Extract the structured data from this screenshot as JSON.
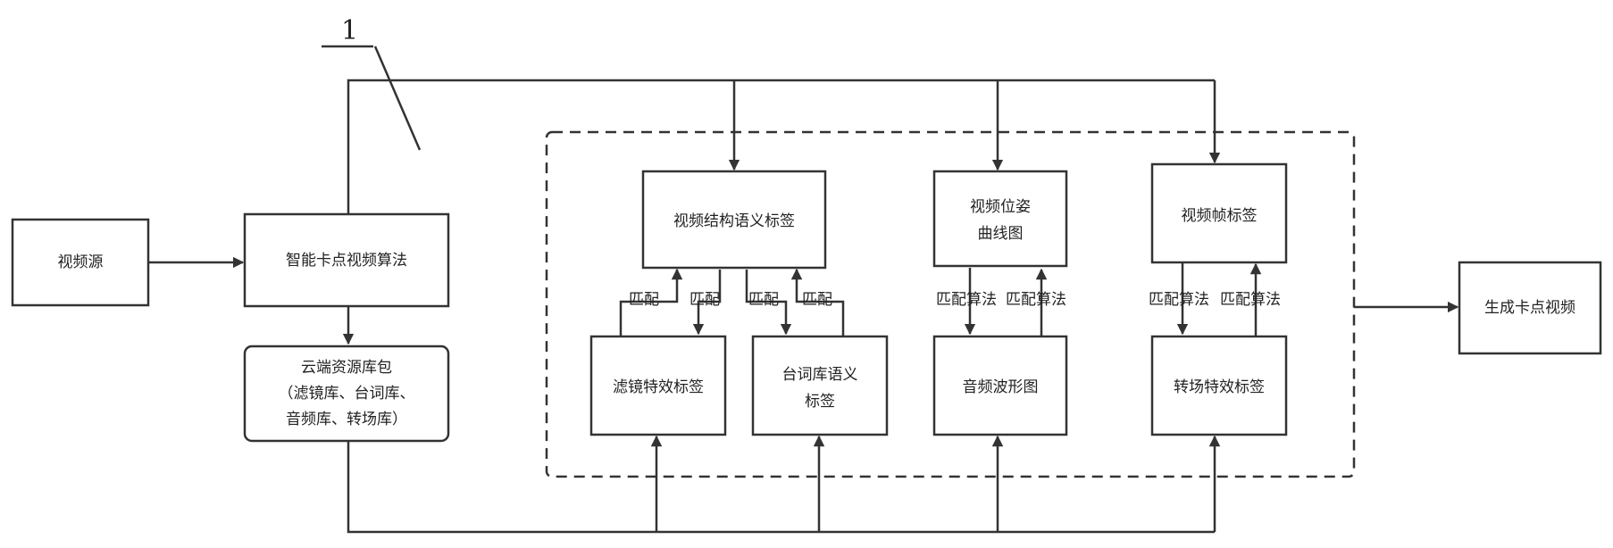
{
  "reference_label": "1",
  "nodes": {
    "video_source": "视频源",
    "algorithm": "智能卡点视频算法",
    "cloud_library": [
      "云端资源库包",
      "（滤镜库、台词库、",
      "音频库、转场库）"
    ],
    "structure_tag": "视频结构语义标签",
    "pose_curve": [
      "视频位姿",
      "曲线图"
    ],
    "frame_tag": "视频帧标签",
    "filter_tag": "滤镜特效标签",
    "lines_tag": [
      "台词库语义",
      "标签"
    ],
    "audio_wave": "音频波形图",
    "transition_tag": "转场特效标签",
    "output": "生成卡点视频"
  },
  "edges": {
    "match": "匹配",
    "match_algorithm": "匹配算法"
  }
}
